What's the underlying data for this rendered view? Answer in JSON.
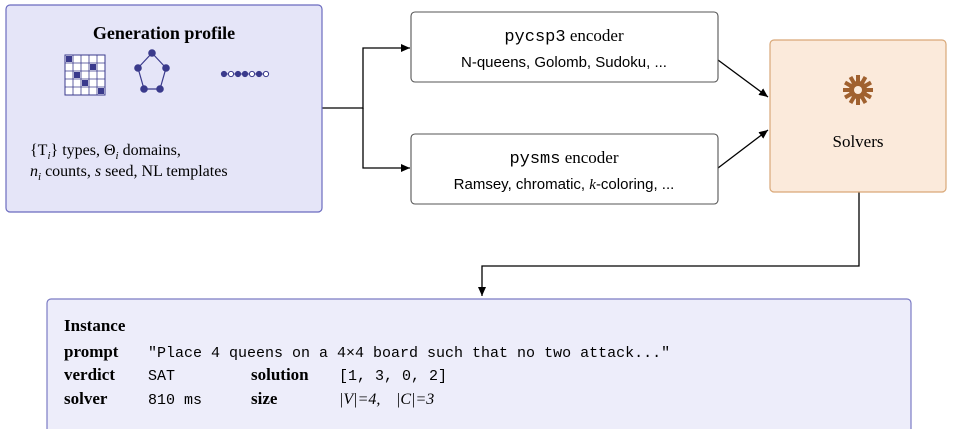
{
  "colors": {
    "profile_fill": "#e5e5f8",
    "profile_stroke": "#6b6bbf",
    "icon_color": "#3a3a8c",
    "solver_fill": "#fbeadb",
    "solver_stroke": "#d9a878",
    "solver_gear": "#a0612f",
    "instance_fill": "#ededfa",
    "instance_stroke": "#7b7bc4"
  },
  "profile": {
    "title": "Generation profile",
    "icons": [
      "grid-icon",
      "graph-icon",
      "chain-icon"
    ],
    "line1_math": "{T",
    "line1_sub": "i",
    "line1_close": "}",
    "line1_text_a": " types, ",
    "line1_theta": "Θ",
    "line1_theta_sub": "i",
    "line1_text_b": " domains,",
    "line2_n": "n",
    "line2_n_sub": "i",
    "line2_text_a": " counts, ",
    "line2_s": "s",
    "line2_text_b": " seed, NL templates"
  },
  "encoder1": {
    "name": "pycsp3",
    "suffix": " encoder",
    "examples": "N-queens, Golomb, Sudoku, ..."
  },
  "encoder2": {
    "name": "pysms",
    "suffix": " encoder",
    "examples_a": "Ramsey, chromatic, ",
    "examples_k": "k",
    "examples_b": "-coloring, ..."
  },
  "solvers": {
    "label": "Solvers",
    "icon": "gear-icon"
  },
  "instance": {
    "heading": "Instance",
    "prompt_key": "prompt",
    "prompt_value": "\"Place 4 queens on a 4×4 board such that no two attack...\"",
    "verdict_key": "verdict",
    "verdict_value": "SAT",
    "solution_key": "solution",
    "solution_value": "[1, 3, 0, 2]",
    "solver_key": "solver",
    "solver_value": "810 ms",
    "size_key": "size",
    "size_v": "|V|=4,",
    "size_c": "|C|=3"
  }
}
